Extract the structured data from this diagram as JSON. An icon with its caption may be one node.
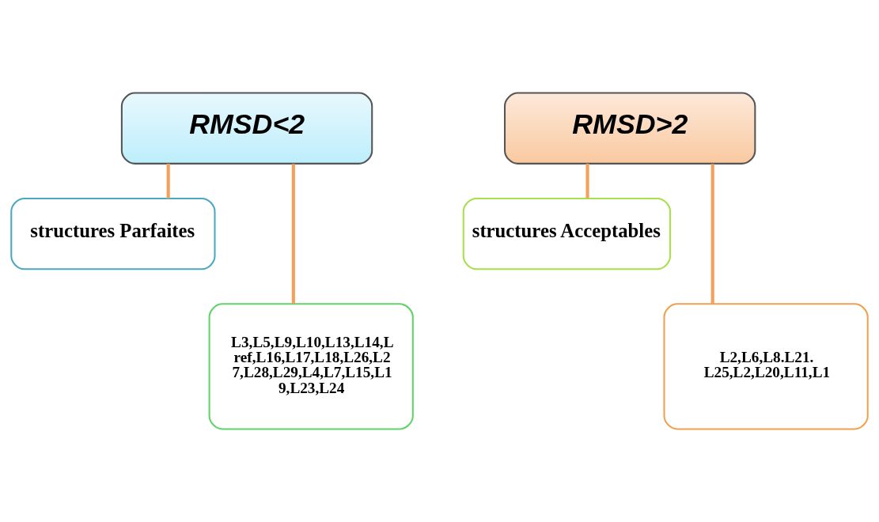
{
  "diagram": {
    "nodes": [
      {
        "text": [
          "RMSD<2"
        ]
      },
      {
        "text": [
          "structures Parfaites"
        ]
      },
      {
        "text": [
          "L3,L5,L9,L10,L13,L14,Lref,L16,L17,L18,L26,L27,L28,L29,L4,L7,L15,L19,L23,L24"
        ]
      },
      {
        "text": [
          "RMSD>2"
        ]
      },
      {
        "text": [
          "structures Acceptables"
        ]
      },
      {
        "text": [
          "L2,L6,L8.L21. L25,L2,L20,L11,L1"
        ]
      }
    ],
    "edges": [
      {
        "from": 0,
        "to": 1,
        "arrow": "none"
      },
      {
        "from": 0,
        "to": 2,
        "arrow": "none"
      },
      {
        "from": 3,
        "to": 4,
        "arrow": "none"
      },
      {
        "from": 3,
        "to": 5,
        "arrow": "none"
      }
    ]
  }
}
